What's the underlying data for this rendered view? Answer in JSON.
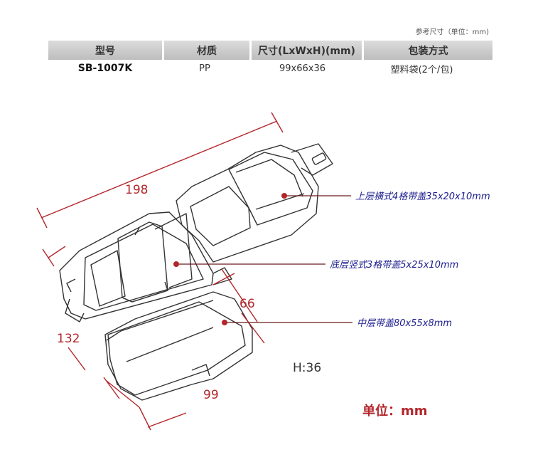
{
  "unit_note": "参考尺寸（单位：mm)",
  "table": {
    "headers": [
      "型号",
      "材质",
      "尺寸(LxWxH)(mm)",
      "包装方式"
    ],
    "row": [
      "SB-1007K",
      "PP",
      "99x66x36",
      "塑料袋(2个/包)"
    ]
  },
  "dimensions": {
    "length": "198",
    "width": "132",
    "depth": "66",
    "small_width": "99",
    "height": "H:36"
  },
  "callouts": {
    "top": "上层横式4格带盖35x20x10mm",
    "bottom": "底层竖式3格带盖5x25x10mm",
    "middle": "中层带盖80x55x8mm"
  },
  "unit_label": "单位：mm",
  "colors": {
    "accent": "#b3262b",
    "callout_text": "#1c1c8f",
    "line": "#333333"
  }
}
